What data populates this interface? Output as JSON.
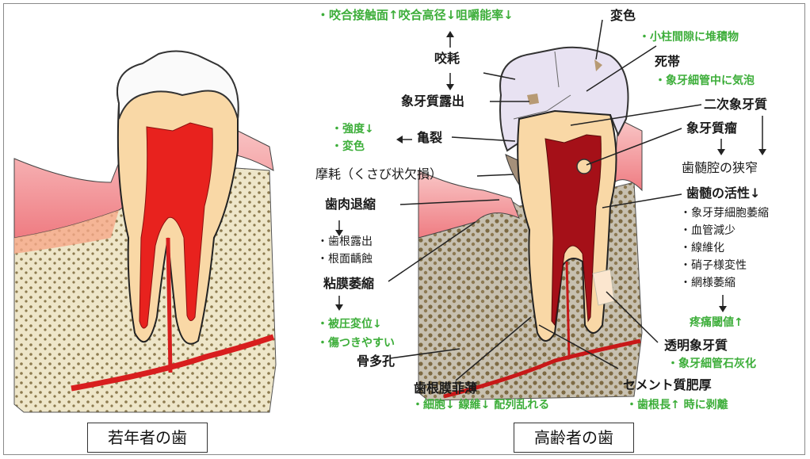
{
  "captions": {
    "young": "若年者の歯",
    "elderly": "高齢者の歯"
  },
  "labels": {
    "occlusal_effects": "・咬合接触面↑咬合高径↓咀嚼能率↓",
    "attrition": "咬耗",
    "dentin_exposure": "象牙質露出",
    "crack_effects_1": "・強度↓",
    "crack_effects_2": "・変色",
    "crack": "亀裂",
    "abrasion": "摩耗（くさび状欠損）",
    "gingival_recession": "歯肉退縮",
    "gr_effect_1": "・歯根露出",
    "gr_effect_2": "・根面齲蝕",
    "mucosa_atrophy": "粘膜萎縮",
    "ma_effect_1": "・被圧変位↓",
    "ma_effect_2": "・傷つきやすい",
    "osteoporosis": "骨多孔",
    "pdl_thinning": "歯根膜菲薄",
    "pdl_effects": "・細胞↓ 線維↓ 配列乱れる",
    "discoloration": "変色",
    "discoloration_detail": "・小柱間隙に堆積物",
    "dead_tract": "死帯",
    "dead_tract_detail": "・象牙細管中に気泡",
    "secondary_dentin": "二次象牙質",
    "pulp_stone": "象牙質瘤",
    "pulp_narrowing": "歯髄腔の狭窄",
    "pulp_activity": "歯髄の活性↓",
    "pa_1": "・象牙芽細胞萎縮",
    "pa_2": "・血管減少",
    "pa_3": "・線維化",
    "pa_4": "・硝子様変性",
    "pa_5": "・網様萎縮",
    "pain_threshold": "疼痛閾値↑",
    "transparent_dentin": "透明象牙質",
    "td_detail": "・象牙細管石灰化",
    "cementum_thickening": "セメント質肥厚",
    "ct_detail": "・歯根長↑ 時に剥離"
  },
  "colors": {
    "green_text": "#3dae3a",
    "enamel": "#ffffff",
    "dentin": "#f9d9a8",
    "pulp": "#e8221e",
    "gum": "#f07f85",
    "bone": "#e8dcc0",
    "elderly_crown": "#e7e1f1"
  }
}
